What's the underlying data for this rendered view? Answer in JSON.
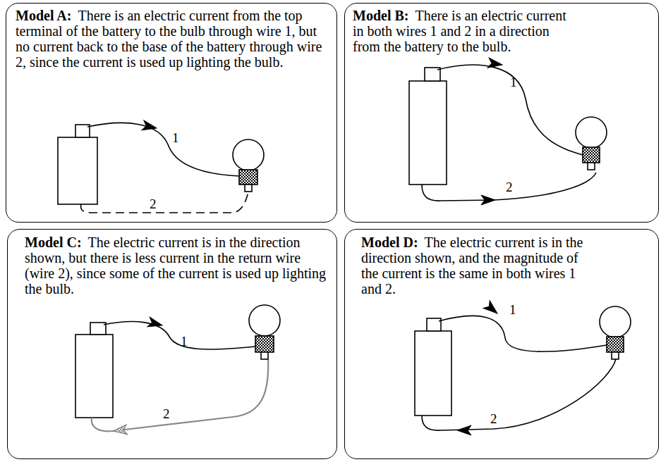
{
  "diagram": {
    "nodes": [
      {
        "text": [
          "Model A:",
          "There is an electric current from the top terminal of the battery to the bulb through wire 1, but no current back to the base of the battery through wire 2, since the current is used up lighting the bulb."
        ]
      },
      {
        "text": [
          "Model B:",
          "There is an electric current in both wires 1 and 2 in a direction from the battery to the bulb."
        ]
      },
      {
        "text": [
          "Model C:",
          "The electric current is in the direction shown, but there is less current in the return wire (wire 2), since some of the current is used up lighting the bulb."
        ]
      },
      {
        "text": [
          "Model D:",
          "The electric current is in the direction shown, and the magnitude of the current is the same in both wires 1 and 2."
        ]
      }
    ],
    "labels": [
      "1",
      "2",
      "1",
      "2",
      "1",
      "2",
      "1",
      "2"
    ]
  }
}
